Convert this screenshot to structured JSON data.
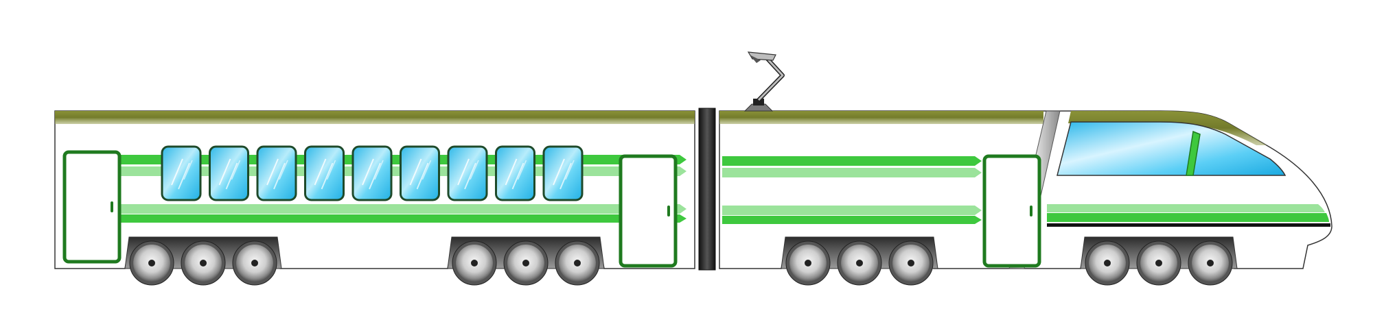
{
  "train": {
    "cars": 2,
    "passenger_windows": 9,
    "doors": 3,
    "bogies": 4,
    "wheels_per_bogie": 3
  },
  "colors": {
    "background": "#ffffff",
    "body": "#ffffff",
    "outline": "#333333",
    "roof_stripe": "#737b2b",
    "green_stripe": "#3ec83e",
    "light_green_stripe": "#9be39b",
    "door_frame": "#1f7a1f",
    "window_glass": "#35c6f0",
    "window_frame": "#1e4a2a",
    "coupler": "#222222",
    "wheel": "#6e6e6e",
    "bogie": "#4a4a4a",
    "pantograph": "#7a7a7a"
  },
  "icons": {
    "pantograph": "pantograph-icon",
    "wheel": "wheel-icon"
  }
}
